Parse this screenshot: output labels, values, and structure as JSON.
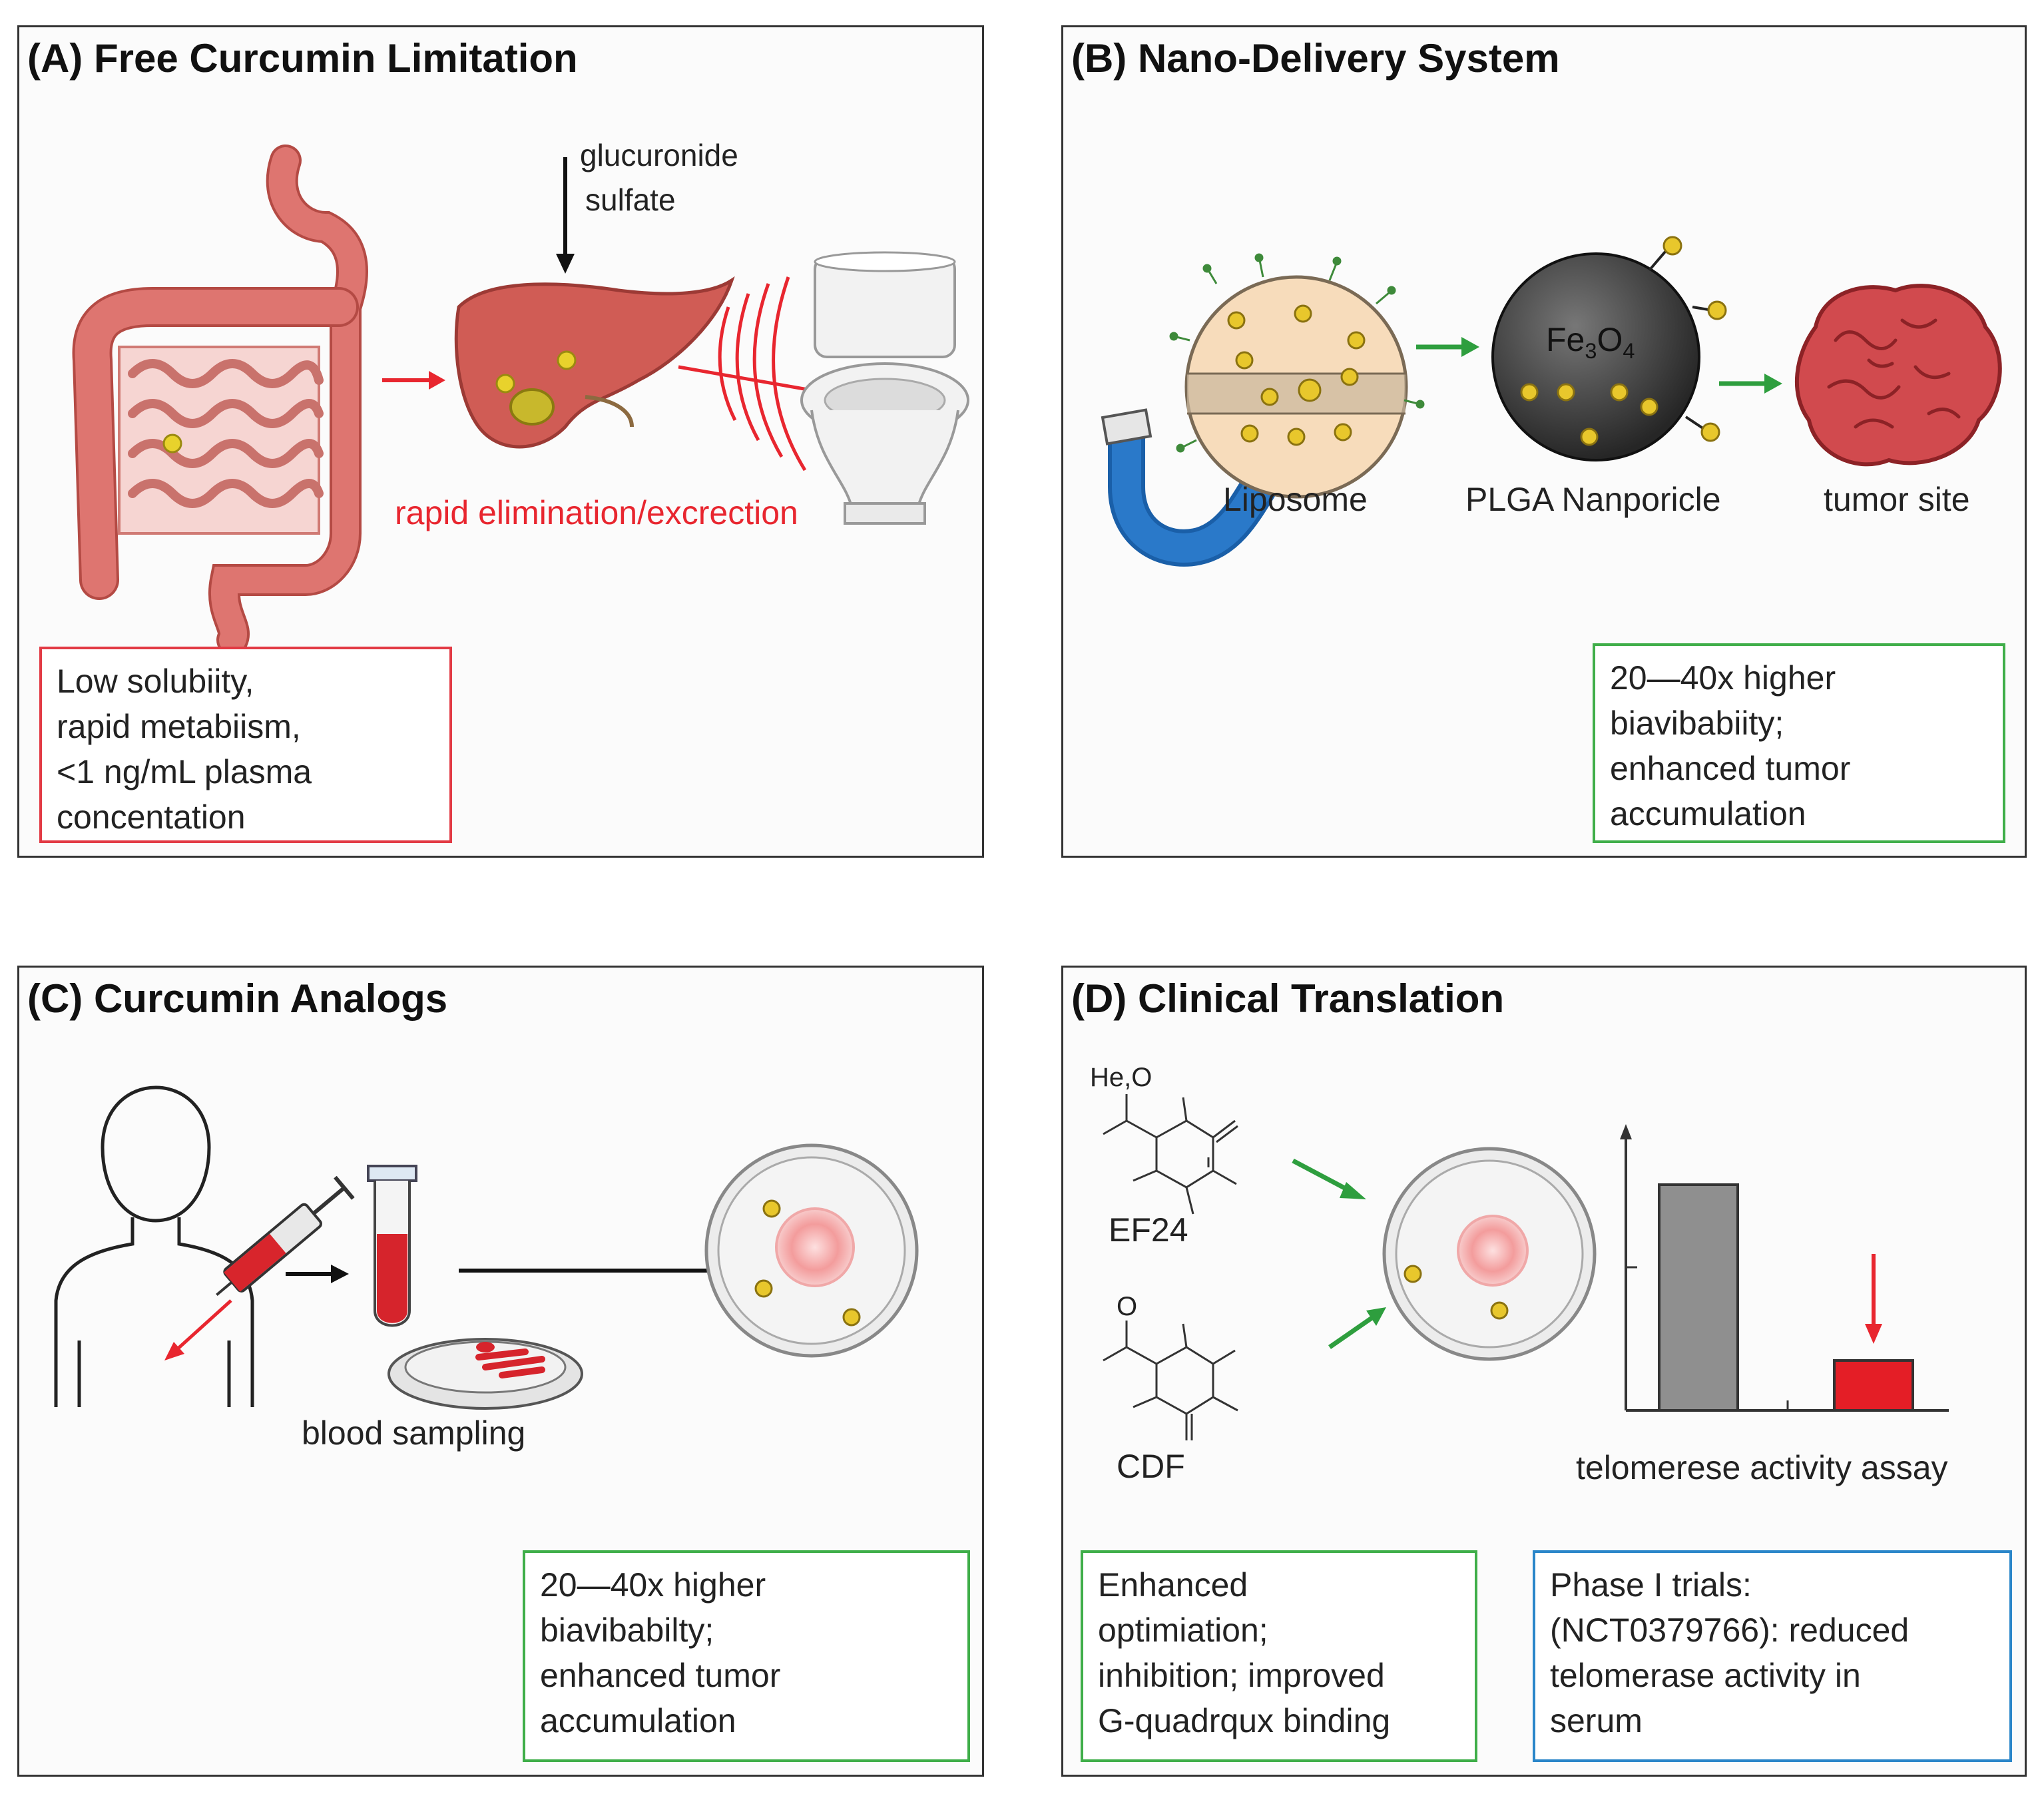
{
  "panels": {
    "a": {
      "title": "(A) Free Curcumin Limitation",
      "metabolite_1": "glucuronide",
      "metabolite_2": "sulfate",
      "elimination": "rapid elimination/excrection",
      "note": [
        "Low solubiity,",
        "rapid metabiism,",
        "<1 ng/mL plasma",
        "concentation"
      ]
    },
    "b": {
      "title": "(B) Nano-Delivery System",
      "liposome": "Liposome",
      "plga": "PLGA Nanporicle",
      "fe3o4": "Fe3O4",
      "tumor": "tumor site",
      "note": [
        "20—40x higher",
        "biavibabiity;",
        "enhanced tumor",
        "accumulation"
      ]
    },
    "c": {
      "title": "(C) Curcumin Analogs",
      "blood": "blood sampling",
      "note": [
        "20—40x higher",
        "biavibabilty;",
        "enhanced tumor",
        "accumulation"
      ]
    },
    "d": {
      "title": "(D) Clinical Translation",
      "he_label": "He,O",
      "o_label": "O",
      "ef24": "EF24",
      "cdf": "CDF",
      "assay": "telomerese activity assay",
      "note_left": [
        "Enhanced",
        "optimiation;",
        "inhibition; improved",
        "G-quadrqux binding"
      ],
      "note_right": [
        "Phase I trials:",
        "(NCT0379766): reduced",
        "telomerase activity in",
        "serum"
      ]
    }
  },
  "colors": {
    "red_arrow": "#e8262f",
    "green_arrow": "#2e9e3e",
    "organ": "#d9675f",
    "gold_dot": "#e8c72c"
  },
  "icons": [
    "intestine-icon",
    "liver-icon",
    "toilet-icon",
    "magnet-icon",
    "liposome-icon",
    "nanoparticle-icon",
    "tumor-icon",
    "person-icon",
    "syringe-icon",
    "test-tube-icon",
    "petri-dish-icon",
    "cell-dish-icon",
    "molecule-icon"
  ]
}
